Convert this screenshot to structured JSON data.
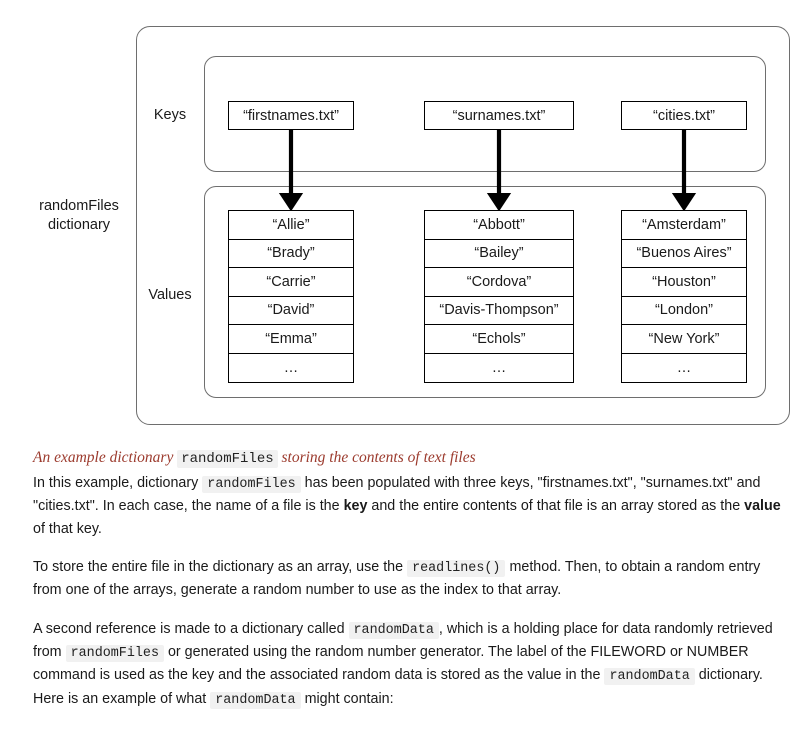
{
  "figure": {
    "outer_label": "randomFiles\ndictionary",
    "keys_label": "Keys",
    "values_label": "Values",
    "columns": [
      {
        "key": "“firstnames.txt”",
        "values": [
          "“Allie”",
          "“Brady”",
          "“Carrie”",
          "“David”",
          "“Emma”",
          "…"
        ]
      },
      {
        "key": "“surnames.txt”",
        "values": [
          "“Abbott”",
          "“Bailey”",
          "“Cordova”",
          "“Davis-Thompson”",
          "“Echols”",
          "…"
        ]
      },
      {
        "key": "“cities.txt”",
        "values": [
          "“Amsterdam”",
          "“Buenos Aires”",
          "“Houston”",
          "“London”",
          "“New York”",
          "…"
        ]
      }
    ],
    "arrow_color": "#000000",
    "box_border_color": "#000000",
    "container_border_color": "#6e6e6e"
  },
  "caption": {
    "part1": "An example dictionary",
    "code": "randomFiles",
    "part2": "storing the contents of text files",
    "color": "#9c3b2e"
  },
  "paragraphs": {
    "p1": {
      "s1": "In this example, dictionary",
      "c1": "randomFiles",
      "s2": "has been populated with three keys, \"firstnames.txt\", \"surnames.txt\" and \"cities.txt\". In each case, the name of a file is the",
      "b1": "key",
      "s3": "and the entire contents of that file is an array stored as the",
      "b2": "value",
      "s4": "of that key."
    },
    "p2": {
      "s1": "To store the entire file in the dictionary as an array, use the",
      "c1": "readlines()",
      "s2": "method. Then, to obtain a random entry from one of the arrays, generate a random number to use as the index to that array."
    },
    "p3": {
      "s1": "A second reference is made to a dictionary called",
      "c1": "randomData",
      "s2": ", which is a holding place for data randomly retrieved from",
      "c2": "randomFiles",
      "s3": "or generated using the random number generator. The label of the FILEWORD or NUMBER command is used as the key and the associated random data is stored as the value in the",
      "c3": "randomData",
      "s4": "dictionary. Here is an example of what",
      "c4": "randomData",
      "s5": "might contain:"
    }
  }
}
